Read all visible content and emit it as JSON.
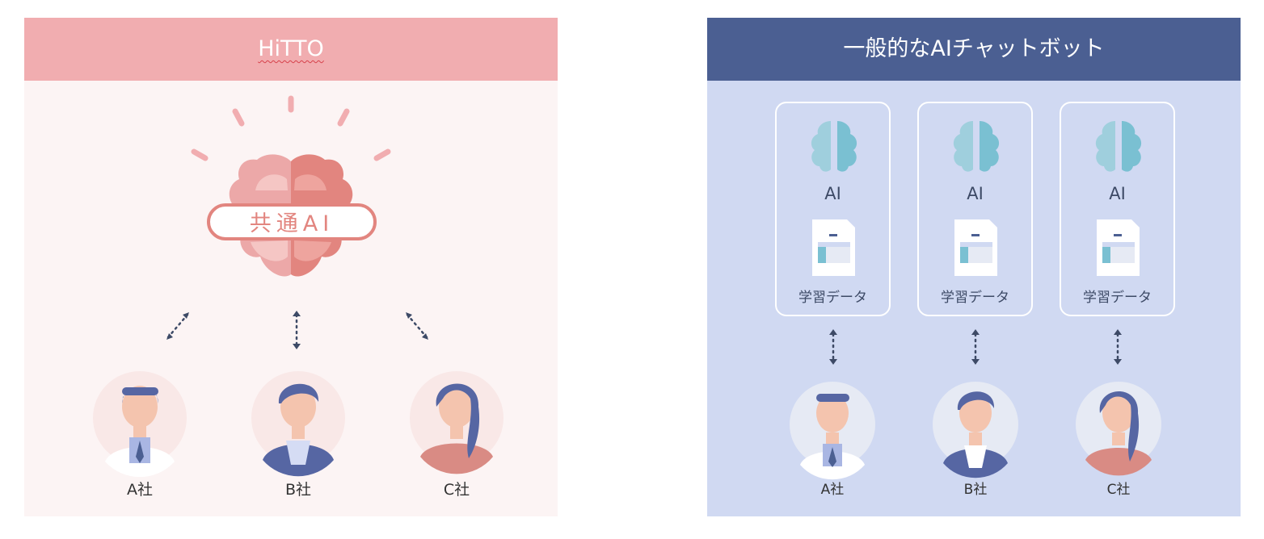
{
  "hitto_panel": {
    "title": "HiTTO",
    "brain_label": "共通AI",
    "companies": [
      "A社",
      "B社",
      "C社"
    ]
  },
  "generic_panel": {
    "title": "一般的なAIチャットボット",
    "cards": [
      {
        "ai_label": "AI",
        "data_label": "学習データ"
      },
      {
        "ai_label": "AI",
        "data_label": "学習データ"
      },
      {
        "ai_label": "AI",
        "data_label": "学習データ"
      }
    ],
    "companies": [
      "A社",
      "B社",
      "C社"
    ]
  },
  "colors": {
    "hitto_header": "#f1adb0",
    "hitto_body": "#fcf4f4",
    "generic_header": "#4b5f92",
    "generic_body": "#d0d9f2",
    "brain_pink": "#e2857f",
    "brain_teal": "#7ac0d2"
  },
  "icons": [
    "brain-icon",
    "document-icon",
    "dotted-arrow-icon",
    "person-avatar-icon"
  ]
}
